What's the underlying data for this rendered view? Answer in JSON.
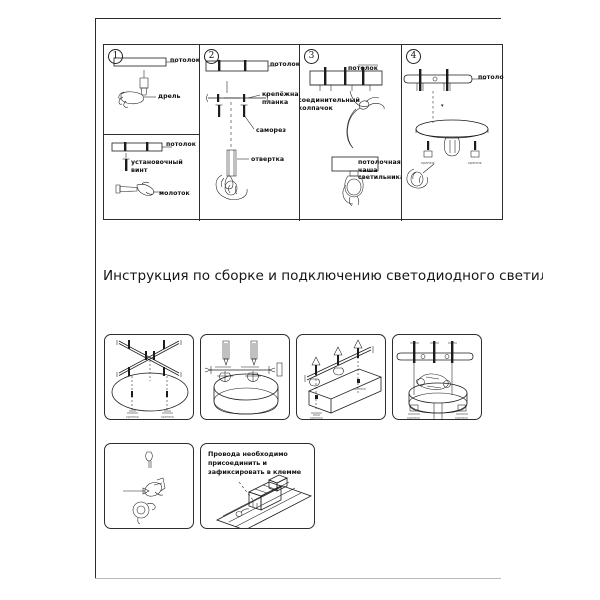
{
  "document": {
    "title": "Инструкция по сборке и подключению светодиодного светильника",
    "language": "ru"
  },
  "top_grid": {
    "panels": [
      {
        "number": "1",
        "sub_cells": [
          {
            "id": "1a",
            "labels": [
              {
                "name": "ceiling",
                "text": "потолок"
              },
              {
                "name": "drill",
                "text": "дрель"
              }
            ]
          },
          {
            "id": "1b",
            "labels": [
              {
                "name": "ceiling",
                "text": "потолок"
              },
              {
                "name": "mounting-screw",
                "text": "установочный\nвинт"
              },
              {
                "name": "hammer",
                "text": "молоток"
              }
            ]
          }
        ]
      },
      {
        "number": "2",
        "labels": [
          {
            "name": "ceiling",
            "text": "потолок"
          },
          {
            "name": "mounting-bar",
            "text": "крепёжная\nпланка"
          },
          {
            "name": "self-tapping-screw",
            "text": "саморез"
          },
          {
            "name": "screwdriver",
            "text": "отвертка"
          }
        ]
      },
      {
        "number": "3",
        "labels": [
          {
            "name": "ceiling",
            "text": "потолок"
          },
          {
            "name": "connector-cap",
            "text": "соединительный\nколпачок"
          },
          {
            "name": "ceiling-cup",
            "text": "потолочная\nчаша\nсветильника"
          }
        ]
      },
      {
        "number": "4",
        "labels": [
          {
            "name": "ceiling",
            "text": "потолок"
          }
        ]
      }
    ]
  },
  "lower_rows": {
    "row1": [
      {
        "id": "a",
        "caption": ""
      },
      {
        "id": "b",
        "caption": ""
      },
      {
        "id": "c",
        "caption": ""
      },
      {
        "id": "d",
        "caption": ""
      }
    ],
    "row2": [
      {
        "id": "e",
        "caption": ""
      },
      {
        "id": "f",
        "caption": "Провода необходимо присоединить и зафиксировать в клемме"
      }
    ]
  },
  "colors": {
    "ink": "#1c1c1c",
    "rule": "#2b2b2b",
    "background": "#ffffff"
  }
}
